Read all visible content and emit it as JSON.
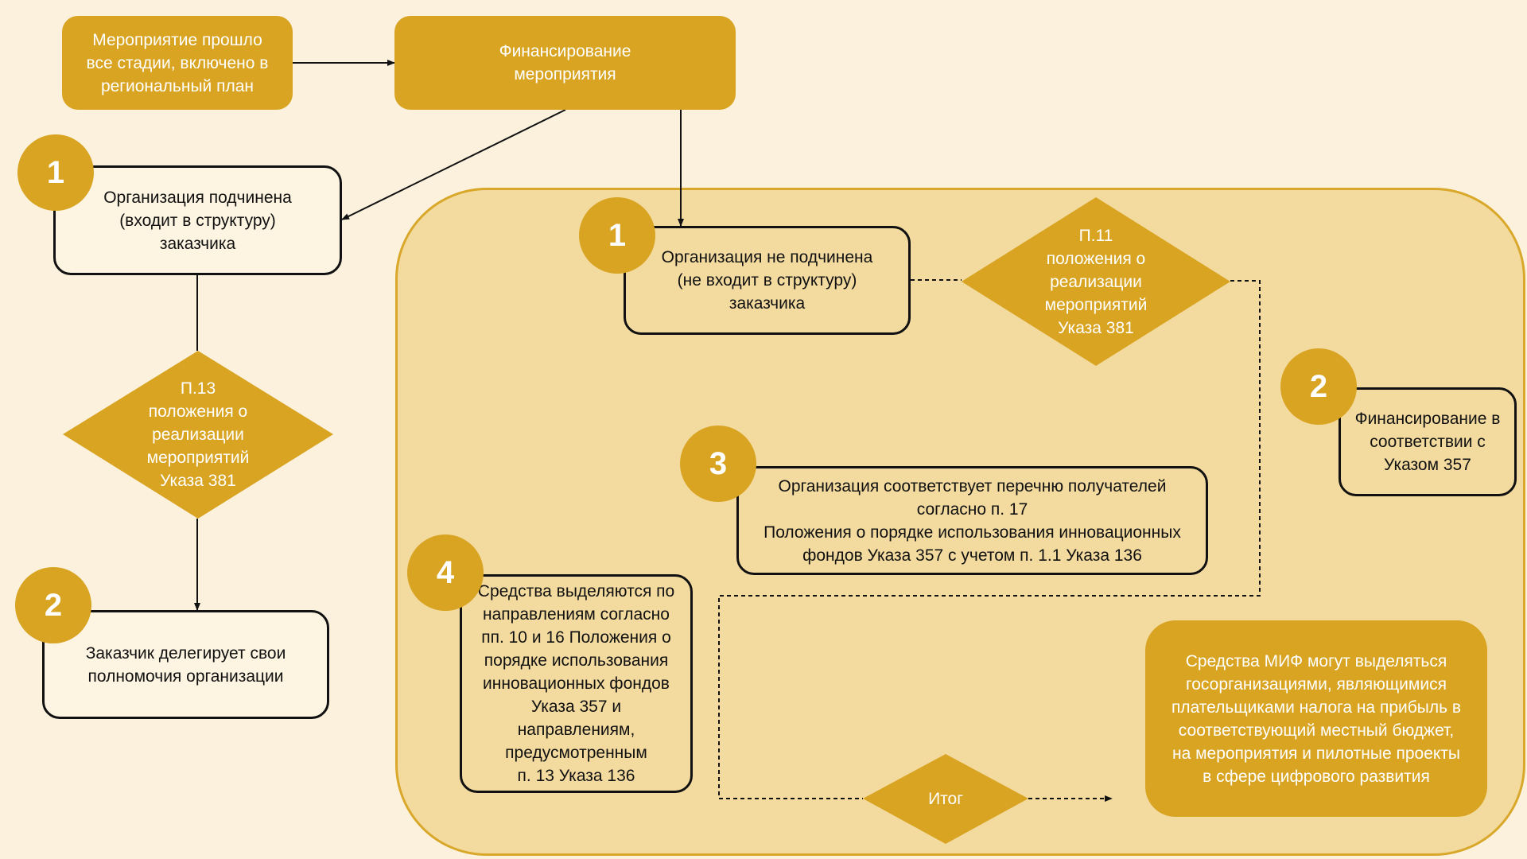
{
  "top": {
    "start_text": "Мероприятие прошло\nвсе стадии, включено в\nрегиональный план",
    "funding_text": "Финансирование\nмероприятия"
  },
  "left_branch": {
    "badge1": "1",
    "box1_text": "Организация подчинена\n(входит в структуру)\nзаказчика",
    "diamond_text": "П.13\nположения о\nреализации\nмероприятий\nУказа 381",
    "badge2": "2",
    "box2_text": "Заказчик делегирует свои\nполномочия организации"
  },
  "right_branch": {
    "badge1": "1",
    "box1_text": "Организация не подчинена\n(не входит в структуру)\nзаказчика",
    "diamond_text": "П.11\nположения о\nреализации\nмероприятий\nУказа 381",
    "badge2": "2",
    "box2_text": "Финансирование в\nсоответствии с\nУказом 357",
    "badge3": "3",
    "box3_text": "Организация соответствует перечню получателей\nсогласно п. 17\nПоложения о порядке использования инновационных\nфондов Указа 357 с учетом п. 1.1 Указа 136",
    "badge4": "4",
    "box4_text": "Средства выделяются по\nнаправлениям согласно\nпп. 10 и 16 Положения о\nпорядке использования\nинновационных фондов\nУказа 357 и\nнаправлениям,\nпредусмотренным\nп. 13 Указа 136",
    "result_diamond_text": "Итог",
    "result_text": "Средства МИФ могут выделяться\nгосорганизациями, являющимися\nплательщиками налога на прибыль в\nсоответствующий местный бюджет,\nна мероприятия и пилотные проекты\nв сфере цифрового развития"
  },
  "colors": {
    "background": "#fbf1dd",
    "region": "#f3dba0",
    "gold": "#d8a422",
    "line": "#111111"
  }
}
